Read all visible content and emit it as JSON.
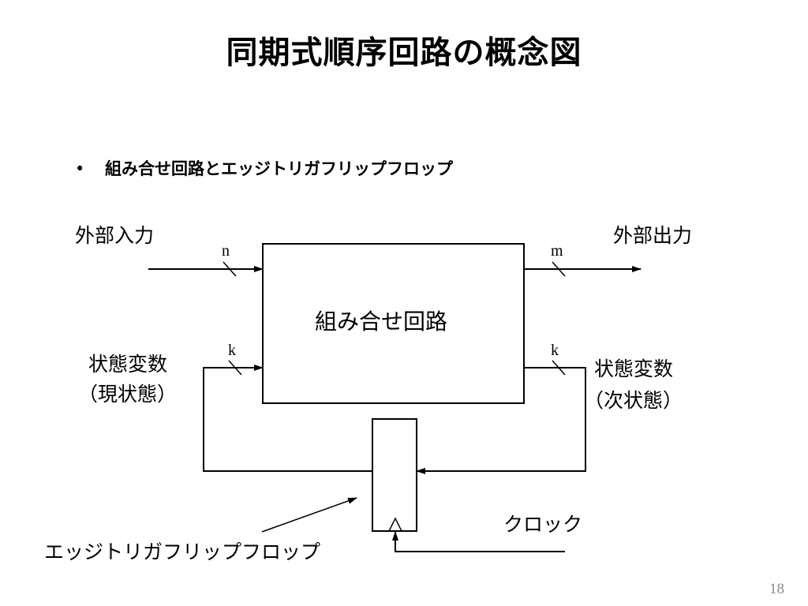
{
  "slide": {
    "title": "同期式順序回路の概念図",
    "bullet": "組み合せ回路とエッジトリガフリップフロップ",
    "page_number": "18"
  },
  "diagram": {
    "combinational_circuit_label": "組み合せ回路",
    "external_input_label": "外部入力",
    "external_output_label": "外部出力",
    "input_width": "n",
    "output_width": "m",
    "state_in_width": "k",
    "state_out_width": "k",
    "current_state_label_line1": "状態変数",
    "current_state_label_line2": "（現状態）",
    "next_state_label_line1": "状態変数",
    "next_state_label_line2": "（次状態）",
    "clock_label": "クロック",
    "flip_flop_label": "エッジトリガフリップフロップ"
  }
}
